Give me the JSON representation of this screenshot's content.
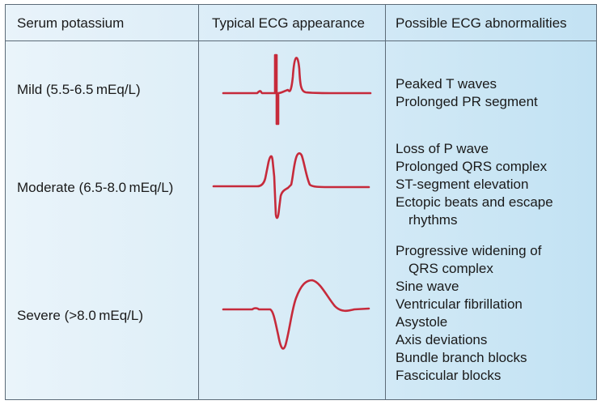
{
  "header": {
    "col1": "Serum potassium",
    "col2": "Typical ECG appearance",
    "col3": "Possible ECG abnormalities"
  },
  "rows": [
    {
      "level": "Mild (5.5-6.5 mEq/L)",
      "abnormalities": [
        "Peaked T waves",
        "Prolonged PR segment"
      ]
    },
    {
      "level": "Moderate (6.5-8.0 mEq/L)",
      "abnormalities": [
        "Loss of P wave",
        "Prolonged QRS complex",
        "ST-segment elevation",
        "Ectopic beats and escape",
        "rhythms"
      ]
    },
    {
      "level": "Severe (>8.0 mEq/L)",
      "abnormalities": [
        "Progressive widening of",
        "QRS complex",
        "Sine wave",
        "Ventricular fibrillation",
        "Asystole",
        "Axis deviations",
        "Bundle branch blocks",
        "Fascicular blocks"
      ]
    }
  ],
  "colors": {
    "ecg_trace": "#c62a3b",
    "border": "#5c6b78",
    "background_light": "#eaf4fa",
    "background_dark": "#c2e2f3"
  }
}
